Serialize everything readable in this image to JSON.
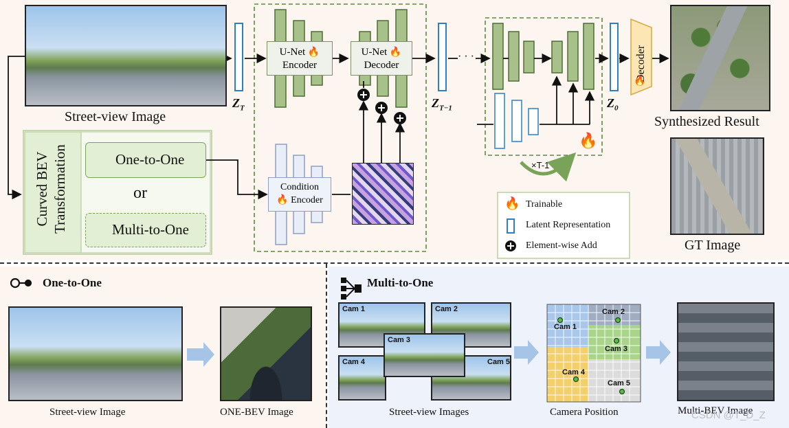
{
  "top": {
    "street_view_image": "Street-view Image",
    "z_t": "Z",
    "z_t_sub": "T",
    "z_t1": "Z",
    "z_t1_sub": "T−1",
    "z_0": "Z",
    "z_0_sub": "0",
    "unet_encoder": [
      "U-Net",
      "Encoder"
    ],
    "unet_decoder": [
      "U-Net",
      "Decoder"
    ],
    "condition_encoder": [
      "Condition",
      "Encoder"
    ],
    "dots": "· · ·",
    "loop_label": "×T-1",
    "decoder": "Decoder",
    "synthesized_result": "Synthesized Result",
    "gt_image": "GT Image",
    "curved_bev": [
      "Curved BEV",
      "Transformation"
    ],
    "one_to_one": "One-to-One",
    "or": "or",
    "multi_to_one": "Multi-to-One",
    "legend": {
      "trainable": "Trainable",
      "latent": "Latent Representation",
      "add": "Element-wise Add"
    }
  },
  "bottom_left": {
    "title": "One-to-One",
    "street_view_image": "Street-view Image",
    "one_bev_image": "ONE-BEV Image"
  },
  "bottom_right": {
    "title": "Multi-to-One",
    "cams": [
      "Cam 1",
      "Cam 2",
      "Cam 3",
      "Cam 4",
      "Cam 5"
    ],
    "grid_cams": [
      "Cam 1",
      "Cam 2",
      "Cam 3",
      "Cam 4",
      "Cam 5"
    ],
    "street_view_images": "Street-view Images",
    "camera_position": "Camera Position",
    "multi_bev_image": "Multi-BEV Image",
    "watermark": "CSDN @T_D_Z"
  },
  "colors": {
    "latent_border": "#2b7fc4",
    "unet_green": "#a8c08a",
    "cond_blue": "#c9d3ea",
    "dash_green": "#5a8a3a"
  }
}
